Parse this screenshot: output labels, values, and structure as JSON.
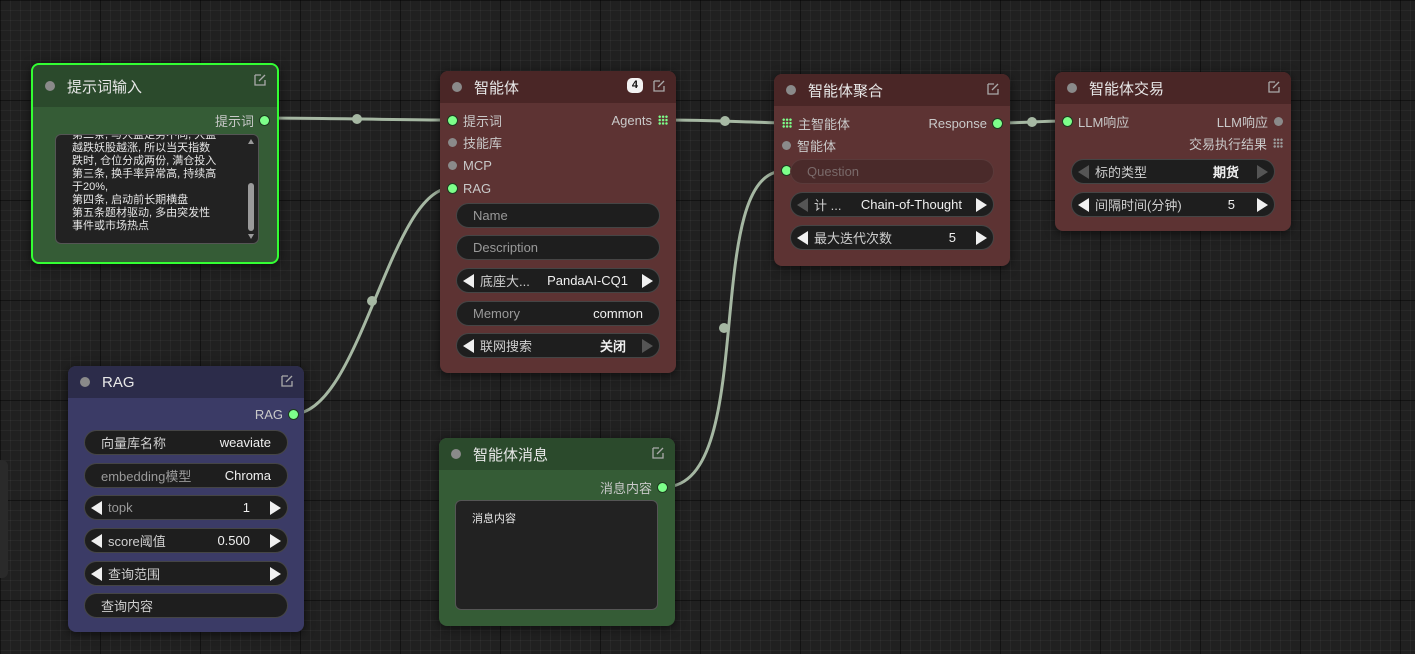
{
  "colors": {
    "wire": "#a6b8a3",
    "port_active": "#7dff8a",
    "port_inactive": "#8a8a8a",
    "selected_outline": "#33ff33",
    "node_green_title": "#2b4a2c",
    "node_green_body": "#355c36",
    "node_red_title": "#4a2626",
    "node_red_body": "#5d3333",
    "node_blue_title": "#2c2c4a",
    "node_blue_body": "#3b3b66"
  },
  "prompt_node": {
    "title": "提示词输入",
    "output_label": "提示词",
    "text": "第二条, 与大盘走势不同, 大盘\n越跌妖股越涨, 所以当天指数\n跌时, 仓位分成两份, 满仓投入\n第三条, 换手率异常高, 持续高\n于20%,\n第四条, 启动前长期横盘\n第五条题材驱动, 多由突发性\n事件或市场热点"
  },
  "agent_node": {
    "title": "智能体",
    "badge": "4",
    "inputs": [
      "提示词",
      "技能库",
      "MCP",
      "RAG"
    ],
    "output_label": "Agents",
    "name_placeholder": "Name",
    "description_placeholder": "Description",
    "model_label": "底座大...",
    "model_value": "PandaAI-CQ1",
    "memory_label": "Memory",
    "memory_value": "common",
    "web_search_label": "联网搜索",
    "web_search_value": "关闭"
  },
  "aggregate_node": {
    "title": "智能体聚合",
    "input_main": "主智能体",
    "input_agent": "智能体",
    "output_label": "Response",
    "question_placeholder": "Question",
    "strategy_label": "计 ...",
    "strategy_value": "Chain-of-Thought",
    "iter_label": "最大迭代次数",
    "iter_value": "5"
  },
  "trade_node": {
    "title": "智能体交易",
    "input_label": "LLM响应",
    "output_llm": "LLM响应",
    "output_result": "交易执行结果",
    "target_type_label": "标的类型",
    "target_type_value": "期货",
    "interval_label": "间隔时间(分钟)",
    "interval_value": "5"
  },
  "rag_node": {
    "title": "RAG",
    "output_label": "RAG",
    "vector_db_label": "向量库名称",
    "vector_db_value": "weaviate",
    "embedding_label": "embedding模型",
    "embedding_value": "Chroma",
    "topk_label": "topk",
    "topk_value": "1",
    "score_label": "score阈值",
    "score_value": "0.500",
    "range_label": "查询范围",
    "query_placeholder": "查询内容"
  },
  "message_node": {
    "title": "智能体消息",
    "output_label": "消息内容",
    "content": "消息内容"
  }
}
